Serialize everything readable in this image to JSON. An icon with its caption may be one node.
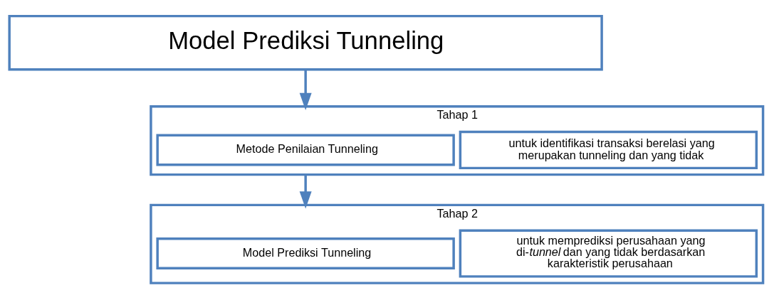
{
  "diagram": {
    "nodes": [
      {
        "text": [
          "Model Prediksi Tunneling"
        ]
      },
      {
        "text": [
          "Tahap 1"
        ]
      },
      {
        "text": [
          "Metode Penilaian Tunneling"
        ],
        "in": 1
      },
      {
        "text": [
          "untuk identifikasi transaksi berelasi yang merupakan tunneling dan yang tidak"
        ],
        "in": 1
      },
      {
        "text": [
          "Tahap 2"
        ]
      },
      {
        "text": [
          "Model Prediksi Tunneling"
        ],
        "in": 4
      },
      {
        "text": [
          "untuk memprediksi perusahaan yang di-*tunnel* dan yang tidak berdasarkan karakteristik perusahaan"
        ],
        "in": 4
      }
    ],
    "edges": [
      {
        "from": 0,
        "to": 1,
        "arrow": "to"
      },
      {
        "from": 1,
        "to": 4,
        "arrow": "to"
      }
    ]
  }
}
